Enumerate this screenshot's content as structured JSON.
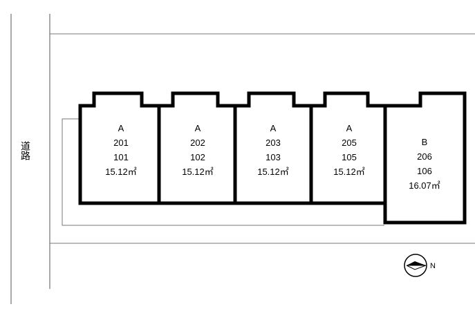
{
  "road": {
    "label": "道路"
  },
  "units": [
    {
      "type": "A",
      "upper": "201",
      "lower": "101",
      "area": "15.12㎡"
    },
    {
      "type": "A",
      "upper": "202",
      "lower": "102",
      "area": "15.12㎡"
    },
    {
      "type": "A",
      "upper": "203",
      "lower": "103",
      "area": "15.12㎡"
    },
    {
      "type": "A",
      "upper": "205",
      "lower": "105",
      "area": "15.12㎡"
    },
    {
      "type": "B",
      "upper": "206",
      "lower": "106",
      "area": "16.07㎡"
    }
  ],
  "compass": {
    "direction": "N"
  }
}
